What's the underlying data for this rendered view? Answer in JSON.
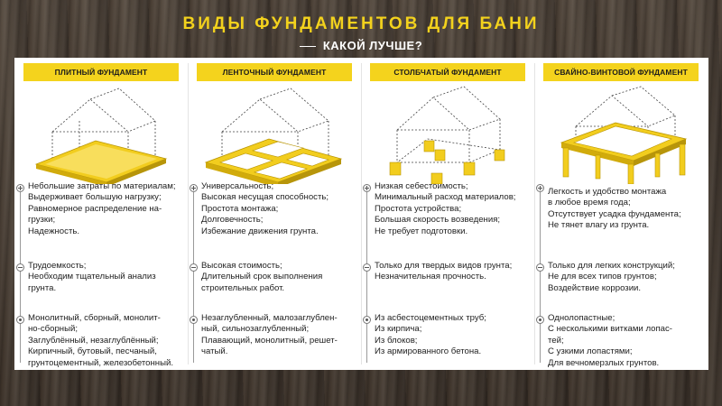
{
  "header": {
    "title": "ВИДЫ ФУНДАМЕНТОВ ДЛЯ БАНИ",
    "subtitle": "КАКОЙ ЛУЧШЕ?"
  },
  "columns": [
    {
      "heading": "ПЛИТНЫЙ ФУНДАМЕНТ",
      "illustration": "slab-foundation-icon",
      "pros": [
        "Небольшие затраты по материалам;",
        "Выдерживает большую нагрузку;",
        "Равномерное распределение на-",
        "грузки;",
        "Надежность."
      ],
      "cons": [
        "Трудоемкость;",
        "Необходим тщательный анализ",
        "грунта."
      ],
      "types": [
        "Монолитный, сборный, монолит-",
        "но-сборный;",
        "Заглублённый, незаглублённый;",
        "Кирпичный, бутовый, песчаный,",
        "грунтоцементный, железобетонный."
      ]
    },
    {
      "heading": "ЛЕНТОЧНЫЙ ФУНДАМЕНТ",
      "illustration": "strip-foundation-icon",
      "pros": [
        "Универсальность;",
        "Высокая несущая способность;",
        "Простота монтажа;",
        "Долговечность;",
        "Избежание движения грунта."
      ],
      "cons": [
        "Высокая стоимость;",
        "Длительный срок выполнения",
        "строительных работ."
      ],
      "types": [
        "Незаглубленный, малозаглублен-",
        "ный, сильнозаглубленный;",
        "Плавающий, монолитный, решет-",
        "чатый."
      ]
    },
    {
      "heading": "СТОЛБЧАТЫЙ ФУНДАМЕНТ",
      "illustration": "column-foundation-icon",
      "pros": [
        "Низкая себестоимость;",
        "Минимальный расход материалов;",
        "Простота устройства;",
        "Большая скорость возведения;",
        "Не требует подготовки."
      ],
      "cons": [
        "Только для твердых видов грунта;",
        "Незначительная прочность."
      ],
      "types": [
        "Из асбестоцементных труб;",
        "Из кирпича;",
        "Из блоков;",
        "Из армированного бетона."
      ]
    },
    {
      "heading": "СВАЙНО-ВИНТОВОЙ ФУНДАМЕНТ",
      "illustration": "pile-screw-foundation-icon",
      "pros": [
        "Легкость и удобство монтажа",
        "в любое время года;",
        "Отсутствует усадка фундамента;",
        "Не тянет влагу из грунта."
      ],
      "cons": [
        "Только для легких конструкций;",
        "Не для всех типов грунтов;",
        "Воздействие коррозии."
      ],
      "types": [
        "Однолопастные;",
        "С несколькими витками лопас-",
        "тей;",
        "С узкими лопастями;",
        "Для вечномерзлых грунтов."
      ]
    }
  ],
  "colors": {
    "accent": "#f4d31d",
    "title": "#f3d21d",
    "panel": "#ffffff",
    "text": "#222222"
  }
}
